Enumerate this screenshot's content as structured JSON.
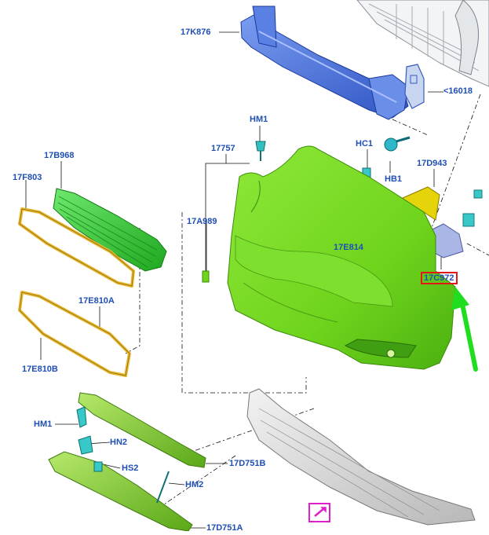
{
  "labels": {
    "p17K876": "17K876",
    "p16018": "<16018",
    "p17B968": "17B968",
    "p17F803": "17F803",
    "pHM1_top": "HM1",
    "p17757": "17757",
    "pHC1": "HC1",
    "pHB1": "HB1",
    "p17D943": "17D943",
    "p17A989": "17A989",
    "p17E814": "17E814",
    "p17C972": "17C972",
    "p17E810A": "17E810A",
    "p17E810B": "17E810B",
    "pHM1_low": "HM1",
    "pHN2": "HN2",
    "pHS2": "HS2",
    "pHM2": "HM2",
    "p17D751B": "17D751B",
    "p17D751A": "17D751A"
  },
  "colors": {
    "label_text": "#1f4fb4",
    "highlight_box": "#e01818",
    "arrow": "#20dd20",
    "view_icon": "#e020c8",
    "bumper_cover": "#6fd41c",
    "grille": "#3ecb3e",
    "brackets": "#f0b400",
    "reinforcement": "#4a72d8",
    "clip": "#38c8c8",
    "deflector": "#d8d8d8",
    "trim": "#e8b830"
  },
  "icons": {
    "view_icon": "camera-view-icon",
    "highlight_arrow": "green-arrow-icon"
  }
}
